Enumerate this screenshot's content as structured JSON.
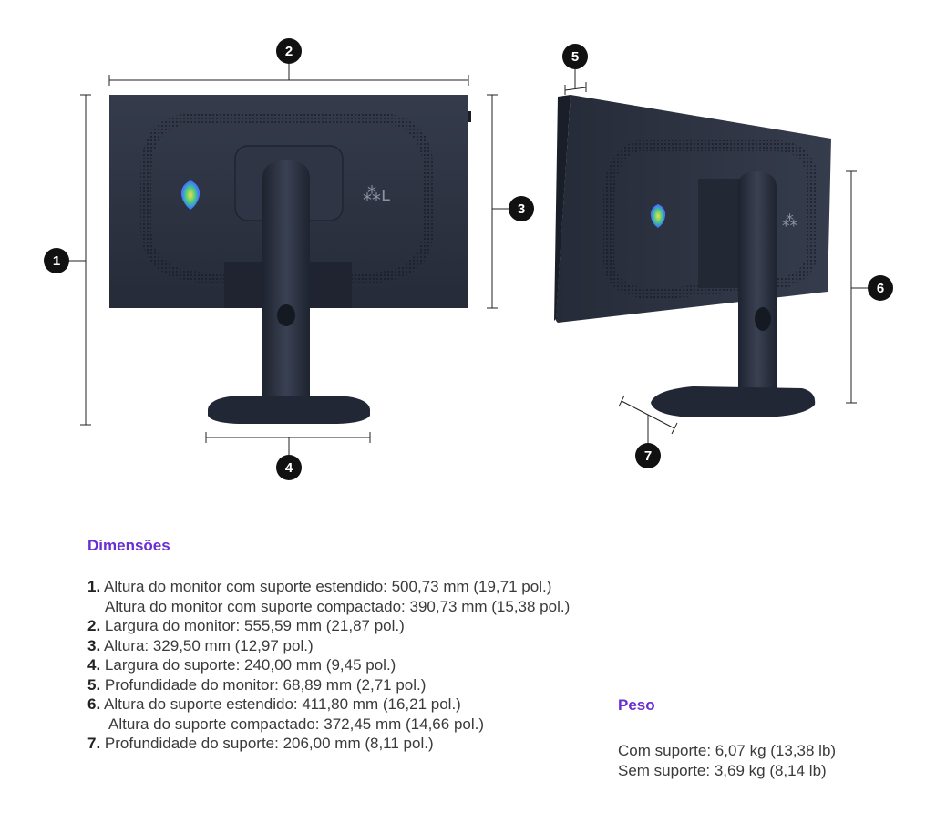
{
  "callouts": [
    "1",
    "2",
    "3",
    "4",
    "5",
    "6",
    "7"
  ],
  "dimensions": {
    "heading": "Dimensões",
    "items": [
      {
        "num": "1.",
        "text": "Altura do monitor com suporte estendido: 500,73 mm (19,71 pol.)"
      },
      {
        "num": "",
        "text": "Altura do monitor com suporte compactado: 390,73 mm (15,38 pol.)"
      },
      {
        "num": "2.",
        "text": "Largura do monitor: 555,59 mm (21,87 pol.)"
      },
      {
        "num": "3.",
        "text": "Altura: 329,50 mm (12,97 pol.)"
      },
      {
        "num": "4.",
        "text": "Largura do suporte: 240,00 mm (9,45 pol.)"
      },
      {
        "num": "5.",
        "text": "Profundidade do monitor: 68,89 mm (2,71 pol.)"
      },
      {
        "num": "6.",
        "text": "Altura do suporte estendido: 411,80 mm (16,21 pol.)"
      },
      {
        "num": "",
        "text": "Altura do suporte compactado: 372,45 mm (14,66 pol.)"
      },
      {
        "num": "7.",
        "text": "Profundidade do suporte: 206,00 mm (8,11 pol.)"
      }
    ]
  },
  "weight": {
    "heading": "Peso",
    "items": [
      "Com suporte: 6,07 kg (13,38 lb)",
      "Sem suporte: 3,69 kg (8,14 lb)"
    ]
  },
  "colors": {
    "accent": "#6a2fd0",
    "monitor": "#2b3140",
    "callout": "#111111"
  }
}
